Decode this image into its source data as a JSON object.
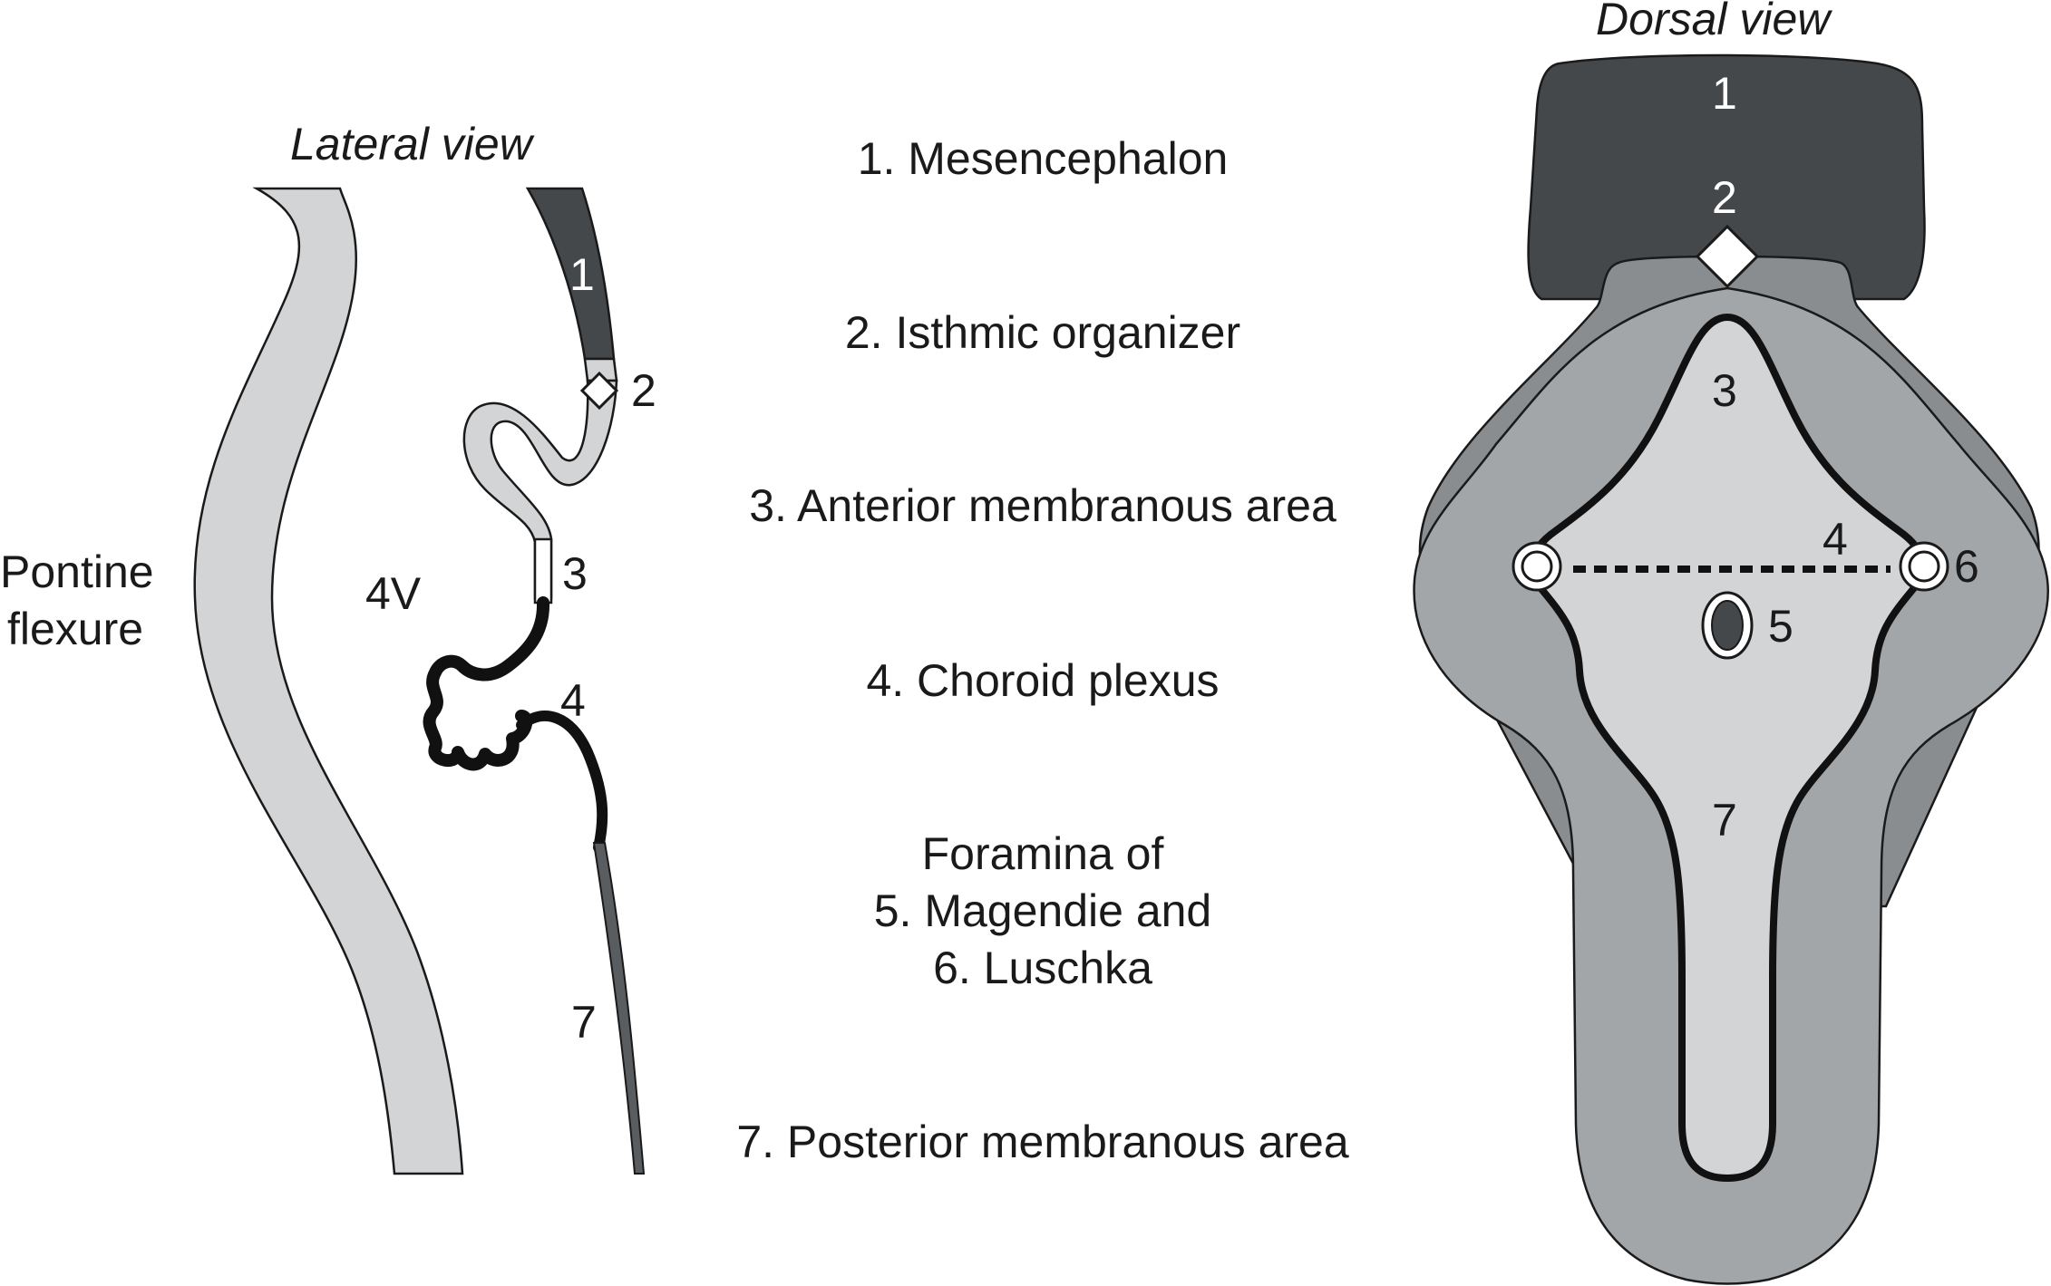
{
  "lateral": {
    "title": "Lateral view",
    "pontine_label_line1": "Pontine",
    "pontine_label_line2": "flexure",
    "ventricle_label": "4V",
    "n1": "1",
    "n2": "2",
    "n3": "3",
    "n4": "4",
    "n7": "7"
  },
  "legend": {
    "item1": "1. Mesencephalon",
    "item2": "2. Isthmic organizer",
    "item3": "3. Anterior membranous area",
    "item4": "4. Choroid plexus",
    "item5_line1": "Foramina of",
    "item5_line2": "5. Magendie and",
    "item5_line3": "6. Luschka",
    "item7": "7. Posterior membranous area"
  },
  "dorsal": {
    "title": "Dorsal view",
    "n1": "1",
    "n2": "2",
    "n3": "3",
    "n4": "4",
    "n5": "5",
    "n6": "6",
    "n7": "7"
  },
  "colors": {
    "dark_gray": "#45484b",
    "mid_gray": "#8a8d90",
    "medium_gray": "#a3a6a9",
    "light_gray": "#d2d4d6",
    "outline": "#1a1a1a"
  }
}
